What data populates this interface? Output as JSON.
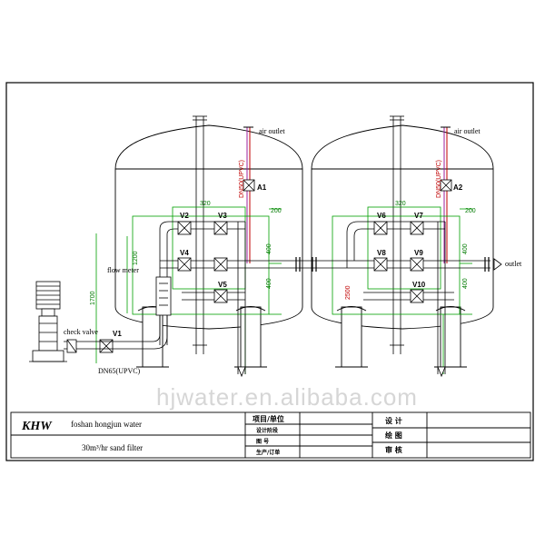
{
  "labels": {
    "air_outlet_1": "air outlet",
    "air_outlet_2": "air outlet",
    "outlet": "outlet",
    "flow_meter": "flow meter",
    "check_valve": "check valve",
    "inlet_pipe": "DN65(UPVC)",
    "pipe_left": "DN50(UPVC)",
    "pipe_right": "DN50(UPVC)"
  },
  "valves": [
    "V1",
    "V2",
    "V3",
    "V4",
    "V5",
    "V6",
    "V7",
    "V8",
    "V9",
    "V10",
    "A1",
    "A2"
  ],
  "dimensions": {
    "d1700": "1700",
    "d1200": "1200",
    "d2500": "2500",
    "d320_left": "320",
    "d320_right": "320",
    "d200_left": "200",
    "d200_right": "200",
    "d400_l1": "400",
    "d400_l2": "400",
    "d400_r1": "400",
    "d400_r2": "400"
  },
  "watermark": "hjwater.en.alibaba.com",
  "title_block": {
    "logo": "KHW",
    "company": "foshan hongjun water",
    "product": "30m³/hr sand filter",
    "project_unit": "项目/单位",
    "design_stage": "设计阶段",
    "drawing_no": "图    号",
    "production_no": "生产/订单",
    "design": "设    计",
    "drawing": "绘    图",
    "review": "审    核"
  },
  "colors": {
    "line": "#000000",
    "green": "#00a000",
    "red": "#c00000",
    "magenta": "#9c1f9c",
    "watermark": "#d6d6d6"
  }
}
